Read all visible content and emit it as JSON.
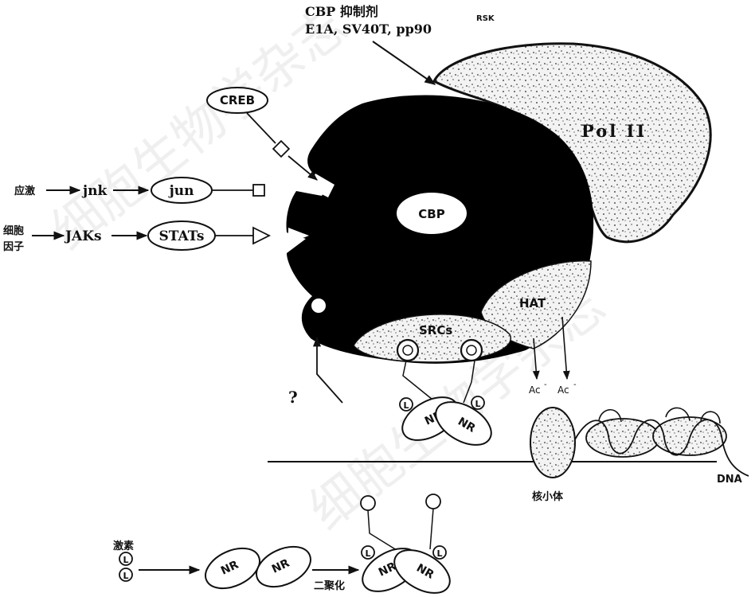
{
  "labels": {
    "inhibitors_title": "CBP 抑制剂",
    "inhibitors_list": "E1A, SV40T, pp90",
    "inhibitors_superscript": "RSK",
    "pol2": "Pol II",
    "cbp": "CBP",
    "creb": "CREB",
    "stress": "应激",
    "jnk": "jnk",
    "jun": "jun",
    "cytokine_line1": "细胞",
    "cytokine_line2": "因子",
    "jaks": "JAKs",
    "stats": "STATs",
    "hat": "HAT",
    "srcs": "SRCs",
    "question": "?",
    "ac1": "Ac",
    "ac2": "Ac",
    "minus": "-",
    "nucleosome": "核小体",
    "dna": "DNA",
    "nr": "NR",
    "ligand": "L",
    "hormone": "激素",
    "dimerization": "二聚化"
  },
  "watermark": "细胞生物学杂志"
}
